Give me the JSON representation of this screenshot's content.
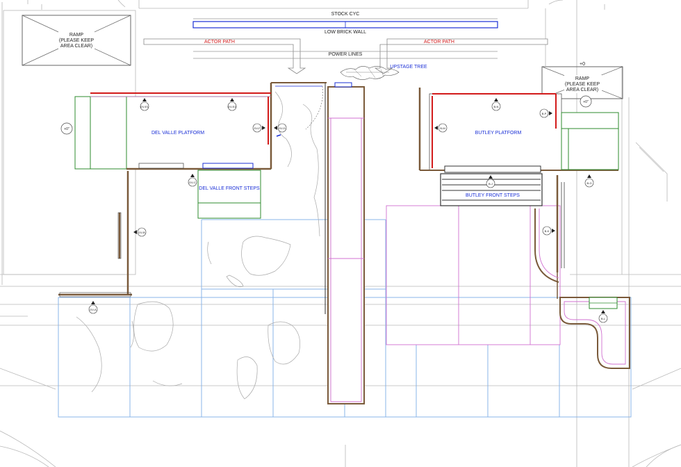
{
  "labels": {
    "stock_cyc": "STOCK CYC",
    "low_brick_wall": "LOW BRICK WALL",
    "actor_path_left": "ACTOR PATH",
    "actor_path_right": "ACTOR PATH",
    "power_lines": "POWER LINES",
    "upstage_tree": "UPSTAGE TREE",
    "ramp_left_1": "RAMP",
    "ramp_left_2": "(PLEASE KEEP",
    "ramp_left_3": "AREA CLEAR)",
    "ramp_right_1": "RAMP",
    "ramp_right_2": "(PLEASE KEEP",
    "ramp_right_3": "AREA CLEAR)",
    "del_valle_platform": "DEL VALLE PLATFORM",
    "del_valle_front_steps": "DEL VALLE FRONT STEPS",
    "butley_platform": "BUTLEY PLATFORM",
    "butley_front_steps": "BUTLEY FRONT STEPS"
  },
  "elevations": {
    "left_ramp": "+0\"",
    "right_ramp": "+0\"",
    "right_ramp_top": "+0"
  },
  "tags": {
    "dv_e1": "DV-E1",
    "dv_e2": "DV-E2",
    "dv_f": "DV-F",
    "dv_d": "DV-D",
    "dv_c": "DV-C",
    "dv_b": "DV-B",
    "dv_a": "DV-A",
    "b_n": "B-N",
    "b_m": "B-M",
    "b_p": "B-P",
    "b_j": "B-J",
    "b_g": "B-G",
    "b_k": "B-K",
    "b_l": "B-L"
  },
  "colors": {
    "wall": "#7a5a3a",
    "red_edge": "#d21a1a",
    "blue_label": "#1a2fd6",
    "green_platform": "#2e8b2e",
    "floor_blue": "#8ab4e8",
    "magenta": "#d070d0",
    "grey_line": "#b4b4b4"
  }
}
